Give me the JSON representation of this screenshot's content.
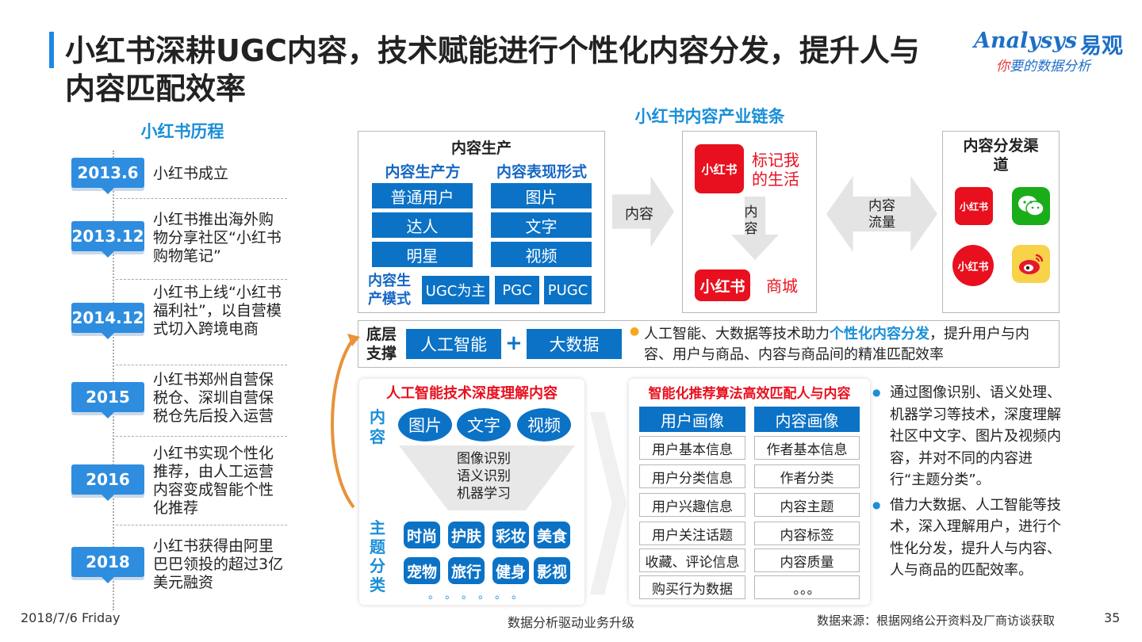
{
  "title": "小红书深耕UGC内容，技术赋能进行个性化内容分发，提升人与内容匹配效率",
  "logo": {
    "brand": "Analysys",
    "brand_cn": "易观",
    "slogan_lead": "你",
    "slogan_rest": "要的数据分析"
  },
  "timeline": {
    "heading": "小红书历程",
    "items": [
      {
        "year": "2013.6",
        "text": "小红书成立"
      },
      {
        "year": "2013.12",
        "text": "小红书推出海外购物分享社区“小红书购物笔记”"
      },
      {
        "year": "2014.12",
        "text": "小红书上线“小红书福利社”，以自营模式切入跨境电商"
      },
      {
        "year": "2015",
        "text": "小红书郑州自营保税仓、深圳自营保税仓先后投入运营"
      },
      {
        "year": "2016",
        "text": "小红书实现个性化推荐，由人工运营内容变成智能个性化推荐"
      },
      {
        "year": "2018",
        "text": "小红书获得由阿里巴巴领投的超过3亿美元融资"
      }
    ]
  },
  "chain": {
    "heading": "小红书内容产业链条",
    "production": {
      "title": "内容生产",
      "col1_label": "内容生产方",
      "col2_label": "内容表现形式",
      "producers": [
        "普通用户",
        "达人",
        "明星"
      ],
      "formats": [
        "图片",
        "文字",
        "视频"
      ],
      "mode_label": "内容生产模式",
      "modes": [
        "UGC为主",
        "PGC",
        "PUGC"
      ]
    },
    "arrow1_label": "内容",
    "platform": {
      "app1_name": "小红书",
      "app1_slogan": "标记我的生活",
      "down_label": "内容",
      "app2_name": "小红书",
      "app2_label": "商城"
    },
    "arrow2_label": "内容流量",
    "distribution": {
      "title": "内容分发渠道",
      "icons": [
        "xiaohongshu-app",
        "wechat",
        "xiaohongshu-app",
        "weibo"
      ],
      "icon1_text": "小红书",
      "icon3_text": "小红书"
    }
  },
  "base": {
    "label": "底层支撑",
    "tech1": "人工智能",
    "plus": "+",
    "tech2": "大数据",
    "desc_before": "人工智能、大数据等技术助力",
    "desc_highlight": "个性化内容分发",
    "desc_after": "，提升用户与内容、用户与商品、内容与商品间的精准匹配效率"
  },
  "ai_panel": {
    "title": "人工智能技术深度理解内容",
    "content_label": "内容",
    "content_types": [
      "图片",
      "文字",
      "视频"
    ],
    "techniques": [
      "图像识别",
      "语义识别",
      "机器学习"
    ],
    "topic_label": "主题分类",
    "topics": [
      "时尚",
      "护肤",
      "彩妆",
      "美食",
      "宠物",
      "旅行",
      "健身",
      "影视"
    ],
    "ellipsis": "。。。。。。"
  },
  "rec_panel": {
    "title": "智能化推荐算法高效匹配人与内容",
    "col1_head": "用户画像",
    "col2_head": "内容画像",
    "col1": [
      "用户基本信息",
      "用户分类信息",
      "用户兴趣信息",
      "用户关注话题",
      "收藏、评论信息",
      "购买行为数据"
    ],
    "col2": [
      "作者基本信息",
      "作者分类",
      "内容主题",
      "内容标签",
      "内容质量",
      "。。。"
    ]
  },
  "bullets": [
    "通过图像识别、语义处理、机器学习等技术，深度理解社区中文字、图片及视频内容，并对不同的内容进行“主题分类”。",
    "借力大数据、人工智能等技术，深入理解用户，进行个性化分发，提升人与内容、人与商品的匹配效率。"
  ],
  "footer": {
    "date": "2018/7/6 Friday",
    "center": "数据分析驱动业务升级",
    "source": "数据来源：根据网络公开资料及厂商访谈获取",
    "page": "35"
  },
  "colors": {
    "primary_blue": "#0b72c6",
    "heading_blue": "#1a8fd8",
    "brand_red": "#e8101e"
  }
}
